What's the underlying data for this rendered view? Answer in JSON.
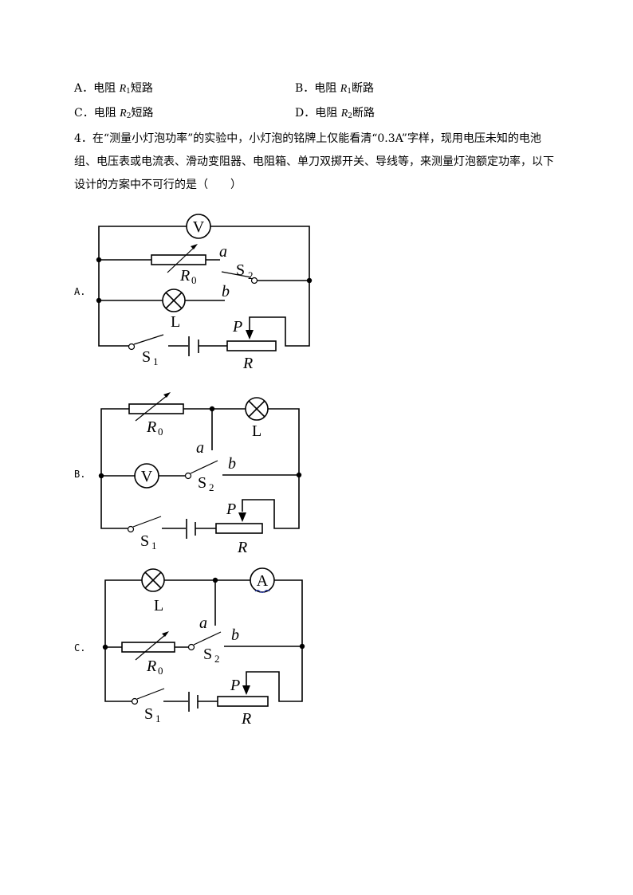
{
  "options": {
    "A": {
      "prefix": "A．电阻 ",
      "sym": "R",
      "sub": "1",
      "suffix": "短路"
    },
    "B": {
      "prefix": "B．电阻 ",
      "sym": "R",
      "sub": "1",
      "suffix": "断路"
    },
    "C": {
      "prefix": "C．电阻 ",
      "sym": "R",
      "sub": "2",
      "suffix": "短路"
    },
    "D": {
      "prefix": "D．电阻 ",
      "sym": "R",
      "sub": "2",
      "suffix": "断路"
    }
  },
  "question": {
    "line1": "4．在“测量小灯泡功率”的实验中，小灯泡的铭牌上仅能看清“0.3A”字样，现用电压未知的电池",
    "line2": "组、电压表或电流表、滑动变阻器、电阻箱、单刀双掷开关、导线等，来测量灯泡额定功率，以下",
    "line3": "设计的方案中不可行的是（　　）"
  },
  "diagram_labels": {
    "A": "A.",
    "B": "B.",
    "C": "C."
  },
  "symbols": {
    "voltmeter": "V",
    "ammeter": "A",
    "lamp": "L",
    "r0": "R",
    "r0_sub": "0",
    "s1": "S",
    "s1_sub": "1",
    "s2": "S",
    "s2_sub": "2",
    "rheostat": "R",
    "slider": "P",
    "a": "a",
    "b": "b"
  }
}
